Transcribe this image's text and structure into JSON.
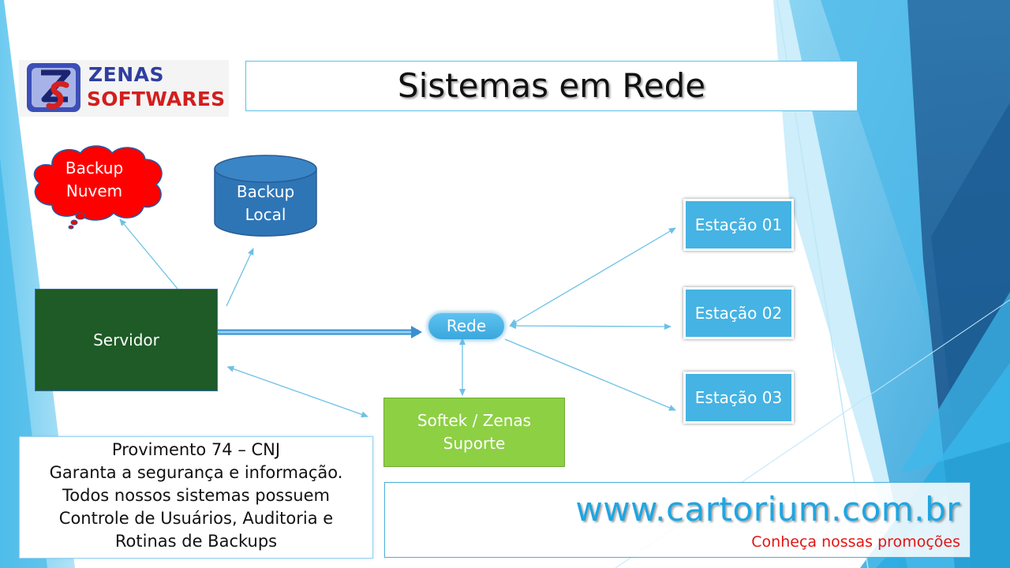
{
  "title": "Sistemas em Rede",
  "logo": {
    "line1": "ZENAS",
    "line2": "SOFTWARES",
    "monogram": "ZS"
  },
  "nodes": {
    "backup_nuvem": [
      "Backup",
      "Nuvem"
    ],
    "backup_local": [
      "Backup",
      "Local"
    ],
    "servidor": "Servidor",
    "rede": "Rede",
    "suporte": [
      "Softek / Zenas",
      "Suporte"
    ],
    "estacao_01": "Estação 01",
    "estacao_02": "Estação 02",
    "estacao_03": "Estação 03"
  },
  "provimento": [
    "Provimento 74 – CNJ",
    "Garanta a segurança e informação.",
    "Todos nossos sistemas possuem",
    "Controle de Usuários, Auditoria e",
    "Rotinas de Backups"
  ],
  "promo": {
    "url": "www.cartorium.com.br",
    "subtitle": "Conheça nossas promoções"
  },
  "colors": {
    "servidor": "#1e5b27",
    "suporte": "#8dd044",
    "estacao": "#45b3e3",
    "rede": "#3aa7de",
    "backup_local": "#2e75b6",
    "backup_nuvem": "#ff0000",
    "accent_blue": "#1ea6e2",
    "promo_red": "#e31414"
  },
  "icons": {
    "backup_nuvem": "cloud-icon",
    "backup_local": "database-cylinder-icon"
  }
}
